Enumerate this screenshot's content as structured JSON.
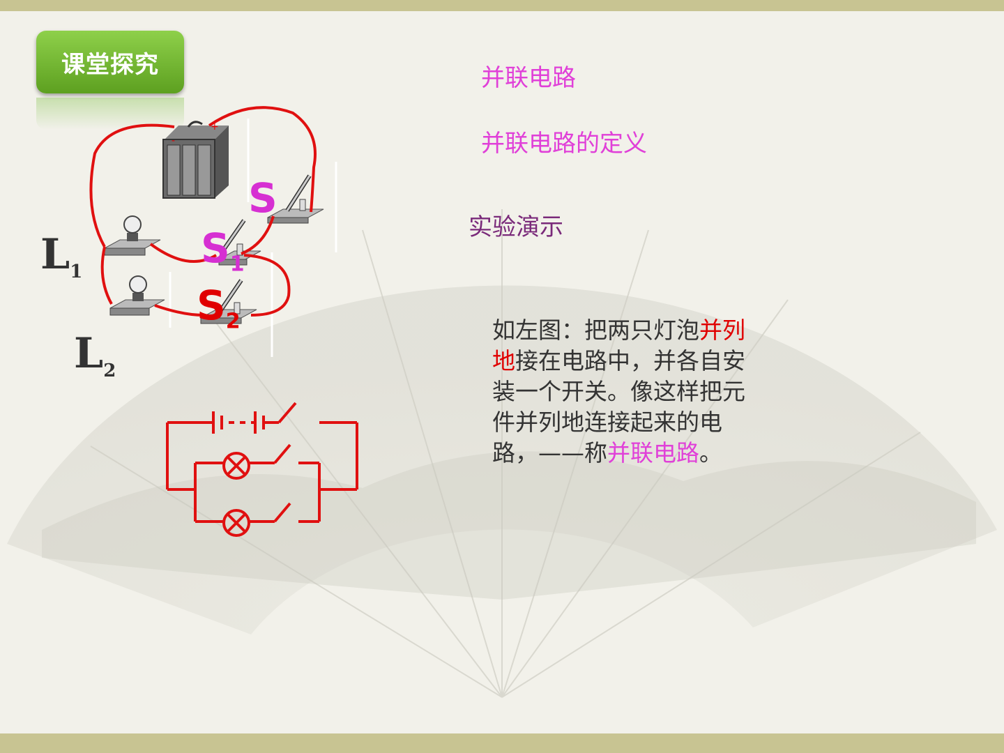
{
  "badge": {
    "label": "课堂探究"
  },
  "headings": {
    "parallel_circuit": "并联电路",
    "definition": "并联电路的定义",
    "demo": "实验演示"
  },
  "paragraph": {
    "part1": "如左图：把两只灯泡",
    "highlight1": "并列地",
    "part2": "接在电路中，并各自安装一个开关。像这样把元件并列地连接起来的电路，——称",
    "highlight2": "并联电路",
    "end": "。"
  },
  "labels": {
    "L1_main": "L",
    "L1_sub": "1",
    "L2_main": "L",
    "L2_sub": "2",
    "S": "S",
    "S1_main": "S",
    "S1_sub": "1",
    "S2_main": "S",
    "S2_sub": "2"
  },
  "colors": {
    "accent_pink": "#e040d8",
    "accent_red": "#e00000",
    "badge_green": "#6ab82c",
    "wire_red": "#e01010",
    "band": "#c8c492"
  }
}
